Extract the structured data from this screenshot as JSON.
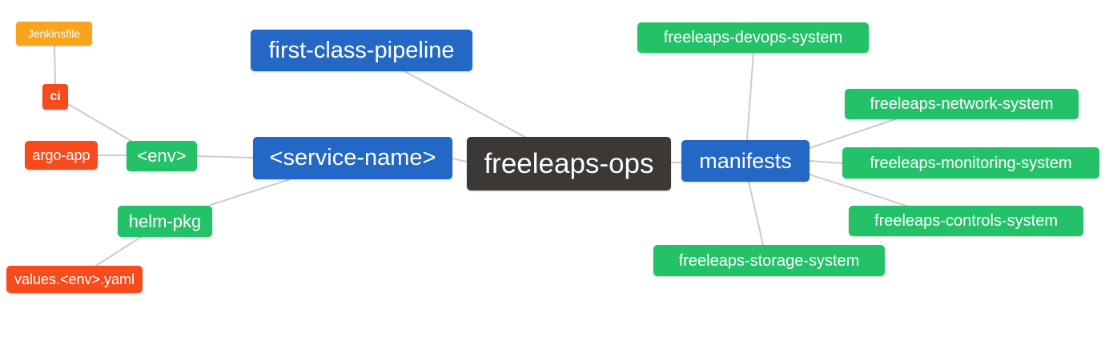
{
  "diagram": {
    "type": "mindmap",
    "root": "freeleaps-ops"
  },
  "palette": {
    "blue": "#2368c4",
    "green": "#23c268",
    "red_orange": "#f84b1c",
    "orange": "#f8a41d",
    "dark": "#3b3835",
    "edge_gray": "#cccccc",
    "text": "#ffffff"
  },
  "nodes": {
    "jenkinsfile": {
      "label": "Jenkinsfile",
      "color": "#f8a41d"
    },
    "ci": {
      "label": "ci",
      "color": "#f84b1c"
    },
    "argo_app": {
      "label": "argo-app",
      "color": "#f84b1c"
    },
    "env": {
      "label": "<env>",
      "color": "#23c268"
    },
    "service_name": {
      "label": "<service-name>",
      "color": "#2368c4"
    },
    "first_class_pipeline": {
      "label": "first-class-pipeline",
      "color": "#2368c4"
    },
    "freeleaps_ops": {
      "label": "freeleaps-ops",
      "color": "#3b3835"
    },
    "manifests": {
      "label": "manifests",
      "color": "#2368c4"
    },
    "devops_system": {
      "label": "freeleaps-devops-system",
      "color": "#23c268"
    },
    "network_system": {
      "label": "freeleaps-network-system",
      "color": "#23c268"
    },
    "monitoring_system": {
      "label": "freeleaps-monitoring-system",
      "color": "#23c268"
    },
    "controls_system": {
      "label": "freeleaps-controls-system",
      "color": "#23c268"
    },
    "storage_system": {
      "label": "freeleaps-storage-system",
      "color": "#23c268"
    },
    "helm_pkg": {
      "label": "helm-pkg",
      "color": "#23c268"
    },
    "values_env_yaml": {
      "label": "values.<env>.yaml",
      "color": "#f84b1c"
    }
  },
  "edges": [
    {
      "from": "jenkinsfile",
      "to": "ci"
    },
    {
      "from": "ci",
      "to": "env"
    },
    {
      "from": "argo_app",
      "to": "env"
    },
    {
      "from": "env",
      "to": "service_name"
    },
    {
      "from": "helm_pkg",
      "to": "service_name"
    },
    {
      "from": "values_env_yaml",
      "to": "helm_pkg"
    },
    {
      "from": "service_name",
      "to": "freeleaps_ops"
    },
    {
      "from": "first_class_pipeline",
      "to": "freeleaps_ops"
    },
    {
      "from": "freeleaps_ops",
      "to": "manifests"
    },
    {
      "from": "manifests",
      "to": "devops_system"
    },
    {
      "from": "manifests",
      "to": "network_system"
    },
    {
      "from": "manifests",
      "to": "monitoring_system"
    },
    {
      "from": "manifests",
      "to": "controls_system"
    },
    {
      "from": "manifests",
      "to": "storage_system"
    }
  ]
}
